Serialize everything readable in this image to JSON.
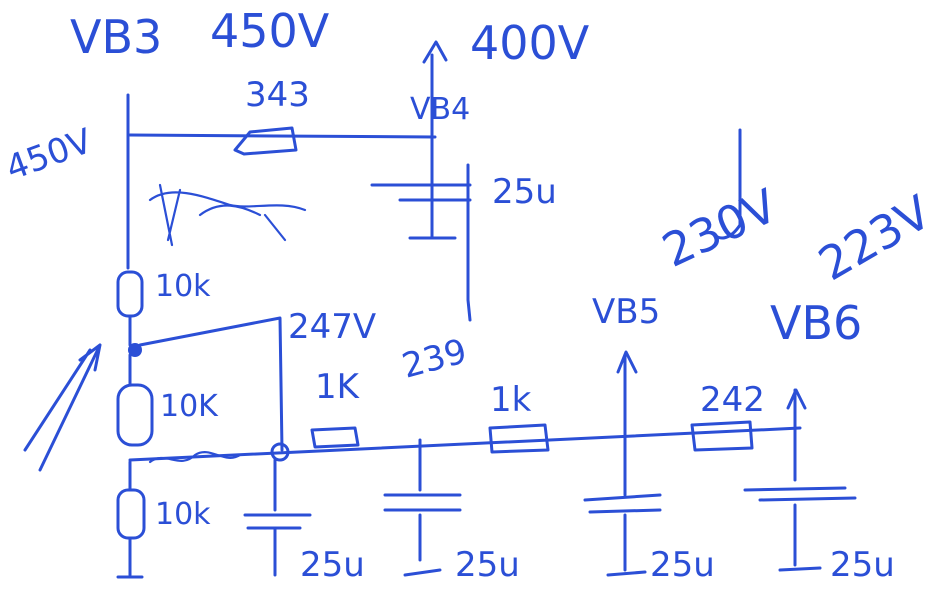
{
  "labels": {
    "vb3": "VB3",
    "vb3_voltage": "450V",
    "vb4": "VB4",
    "vb4_voltage": "400V",
    "left_voltage": "450V",
    "r_343": "343",
    "cap_top": "25u",
    "r_10k_top": "10k",
    "r_10k_mid": "10K",
    "r_10k_bot": "10k",
    "node_247": "247V",
    "r_1k_a": "1K",
    "node_239": "239",
    "r_1k_b": "1k",
    "vb5": "VB5",
    "vb5_voltage": "230V",
    "r_242": "242",
    "vb6": "VB6",
    "vb6_voltage": "223V",
    "cap_1": "25u",
    "cap_2": "25u",
    "cap_3": "25u",
    "cap_4": "25u"
  },
  "colors": {
    "ink": "#2b4fd6",
    "paper": "#ffffff"
  }
}
